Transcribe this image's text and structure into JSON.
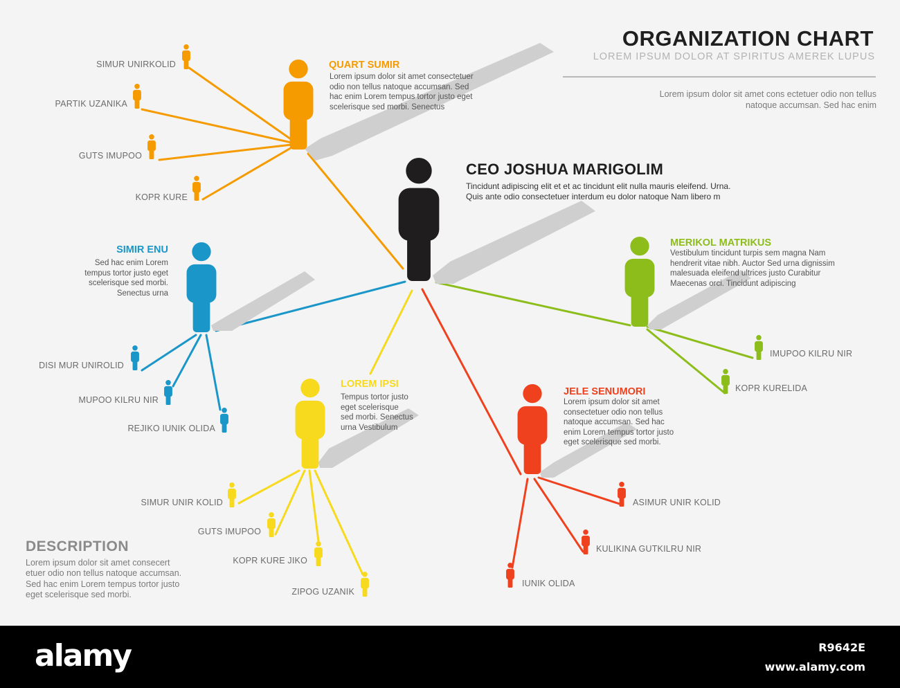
{
  "header": {
    "title": "ORGANIZATION CHART",
    "subtitle": "LOREM IPSUM DOLOR AT SPIRITUS AMEREK LUPUS",
    "intro_line1": "Lorem ipsum dolor sit amet cons ectetuer odio non tellus",
    "intro_line2": "natoque accumsan. Sed hac enim"
  },
  "ceo": {
    "name": "CEO JOSHUA MARIGOLIM",
    "desc_line1": "Tincidunt adipiscing elit et et ac tincidunt elit nulla mauris eleifend. Urna.",
    "desc_line2": "Quis ante odio consectetuer interdum eu dolor natoque Nam libero m",
    "color": "#1f1d1e"
  },
  "departments": [
    {
      "key": "orange",
      "color": "#f59b00",
      "name": "QUART SUMIR",
      "desc": [
        "Lorem ipsum dolor sit amet consectetuer",
        "odio non tellus natoque accumsan. Sed",
        "hac enim Lorem tempus tortor justo eget",
        "scelerisque sed morbi. Senectus"
      ],
      "members": [
        "SIMUR UNIRKOLID",
        "PARTIK UZANIKA",
        "GUTS IMUPOO",
        "KOPR KURE"
      ]
    },
    {
      "key": "blue",
      "color": "#1a96c9",
      "name": "SIMIR ENU",
      "desc": [
        "Sed hac enim Lorem",
        "tempus tortor justo eget",
        "scelerisque sed morbi.",
        "Senectus urna"
      ],
      "members": [
        "DISI MUR UNIROLID",
        "MUPOO KILRU NIR",
        "REJIKO IUNIK OLIDA"
      ]
    },
    {
      "key": "green",
      "color": "#8cbd1b",
      "name": "MERIKOL MATRIKUS",
      "desc": [
        "Vestibulum tincidunt turpis sem magna Nam",
        "hendrerit vitae nibh. Auctor Sed urna dignissim",
        "malesuada eleifend ultrices justo Curabitur",
        "Maecenas orci. Tincidunt adipiscing"
      ],
      "members": [
        "IMUPOO KILRU NIR",
        "KOPR KURELIDA"
      ]
    },
    {
      "key": "yellow",
      "color": "#f7d91e",
      "name": "LOREM IPSI",
      "desc": [
        "Tempus tortor justo",
        "eget scelerisque",
        "sed morbi. Senectus",
        "urna Vestibulum"
      ],
      "members": [
        "SIMUR UNIR KOLID",
        "GUTS IMUPOO",
        "KOPR KURE JIKO",
        "ZIPOG UZANIK"
      ]
    },
    {
      "key": "red",
      "color": "#f0411e",
      "name": "JELE SENUMORI",
      "desc": [
        "Lorem ipsum dolor sit amet",
        "consectetuer odio non tellus",
        "natoque accumsan. Sed hac",
        "enim Lorem tempus tortor justo",
        "eget scelerisque sed morbi."
      ],
      "members": [
        "ASIMUR UNIR KOLID",
        "KULIKINA GUTKILRU NIR",
        "IUNIK OLIDA"
      ]
    }
  ],
  "description": {
    "heading": "DESCRIPTION",
    "lines": [
      "Lorem ipsum dolor sit amet consecert",
      "etuer odio non tellus natoque accumsan.",
      "Sed hac enim Lorem tempus tortor justo",
      "eget scelerisque sed morbi."
    ]
  },
  "footer": {
    "logo": "alamy",
    "image_id": "R9642E",
    "url": "www.alamy.com"
  }
}
